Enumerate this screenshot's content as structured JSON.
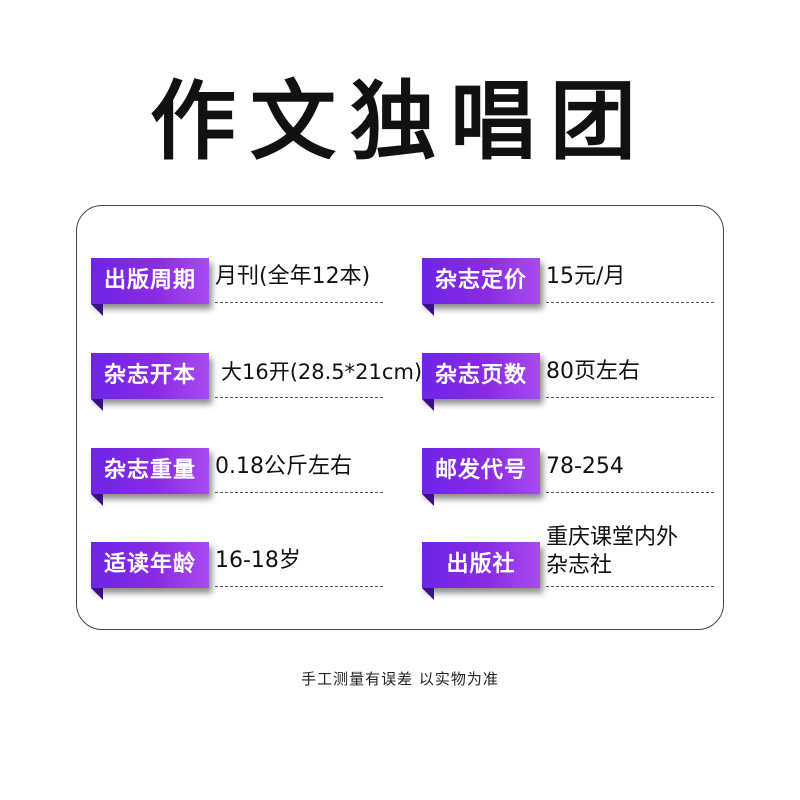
{
  "title": "作文独唱团",
  "specs": [
    {
      "label": "出版周期",
      "value": "月刊(全年12本)"
    },
    {
      "label": "杂志定价",
      "value": "15元/月"
    },
    {
      "label": "杂志开本",
      "value": "大16开(28.5*21cm)"
    },
    {
      "label": "杂志页数",
      "value": "80页左右"
    },
    {
      "label": "杂志重量",
      "value": "0.18公斤左右"
    },
    {
      "label": "邮发代号",
      "value": "78-254"
    },
    {
      "label": "适读年龄",
      "value": "16-18岁"
    },
    {
      "label": "出版社",
      "value": "重庆课堂内外杂志社"
    }
  ],
  "footer": "手工测量有误差  以实物为准",
  "colors": {
    "label_bg": "#8a2be2",
    "label_text": "#ffffff"
  }
}
